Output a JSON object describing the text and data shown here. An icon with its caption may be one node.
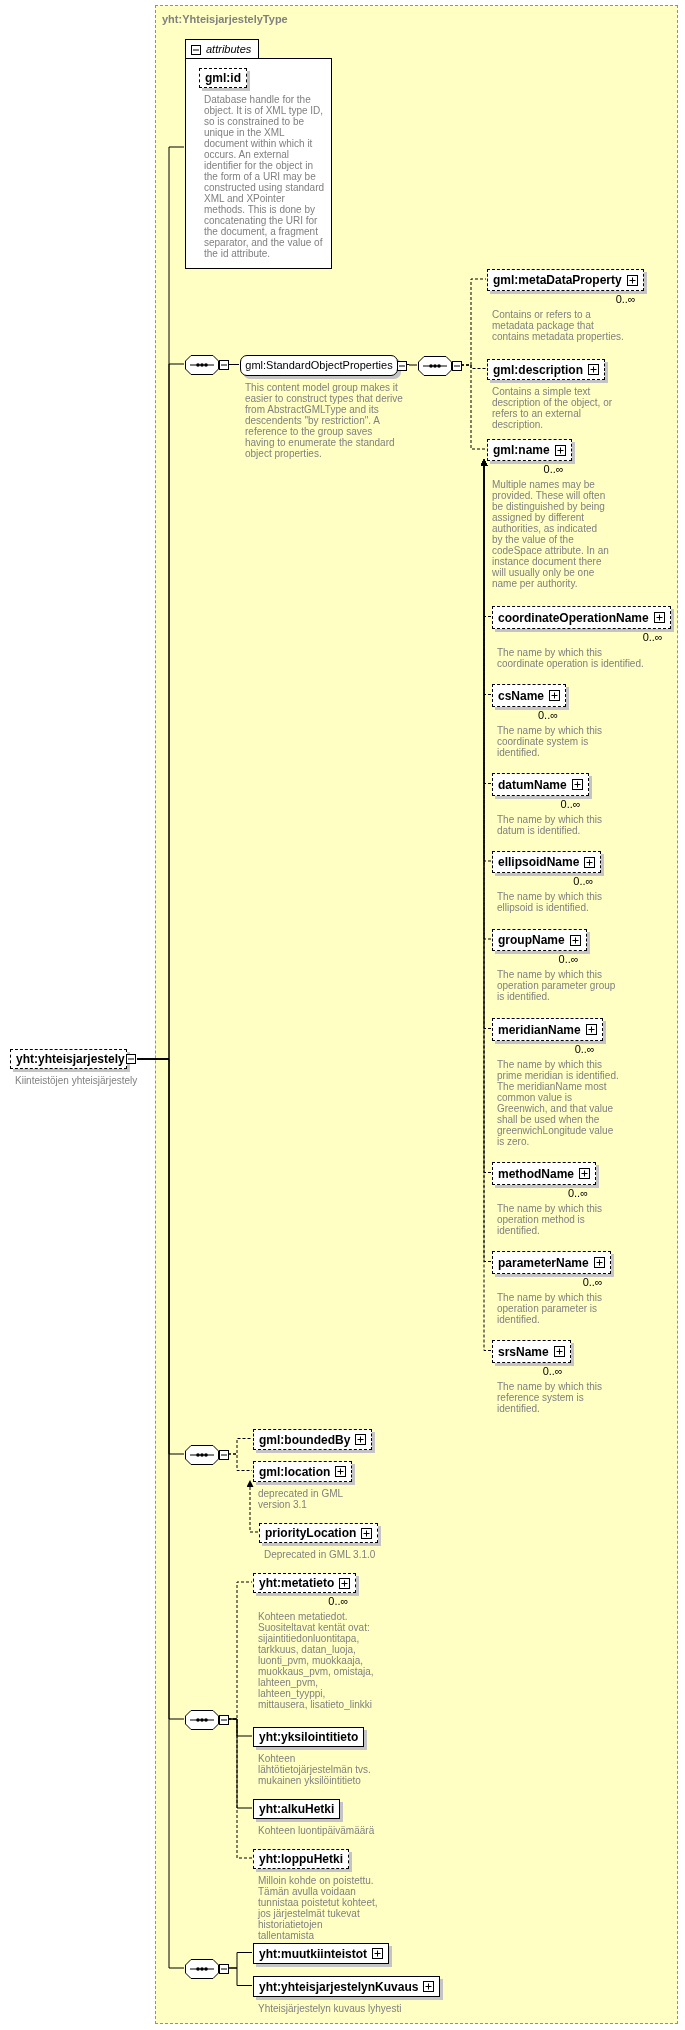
{
  "diagram": {
    "nodes": [
      {
        "text": [
          "yht:YhteisjarjestelyType"
        ]
      },
      {
        "text": [
          "yht:yhteisjarjestely",
          "Kiinteistöjen yhteisjärjestely"
        ]
      },
      {
        "text": [
          "attributes"
        ],
        "in": 0
      },
      {
        "text": [
          "gml:id",
          "Database handle for the object. It is of XML type ID, so is constrained to be unique in the XML document within which it occurs. An external identifier for the object in the form of a URI may be constructed using standard XML and XPointer methods. This is done by concatenating the URI for the document, a fragment separator, and the value of the id attribute."
        ],
        "in": 2
      },
      {
        "text": [],
        "shape": "octagon",
        "in": 0
      },
      {
        "text": [
          "gml:StandardObjectProperties",
          "This content model group makes it easier to construct types that derive from AbstractGMLType and its descendents \"by restriction\". A reference to the group saves having to enumerate the standard object properties."
        ],
        "in": 0
      },
      {
        "text": [],
        "shape": "octagon",
        "in": 0
      },
      {
        "text": [
          "gml:metaDataProperty",
          "Contains or refers to a metadata package that contains metadata properties."
        ],
        "beside": [
          "0..∞"
        ],
        "in": 0
      },
      {
        "text": [
          "gml:description",
          "Contains a simple text description of the object, or refers to an external description."
        ],
        "in": 0
      },
      {
        "text": [
          "gml:name",
          "Multiple names may be provided. These will often be distinguished by being assigned by different authorities, as indicated by the value of the codeSpace attribute. In an instance document there will usually only be one name per authority."
        ],
        "beside": [
          "0..∞"
        ],
        "in": 0
      },
      {
        "text": [
          "coordinateOperationName",
          "The name by which this coordinate operation is identified."
        ],
        "beside": [
          "0..∞"
        ],
        "in": 0
      },
      {
        "text": [
          "csName",
          "The name by which this coordinate system is identified."
        ],
        "beside": [
          "0..∞"
        ],
        "in": 0
      },
      {
        "text": [
          "datumName",
          "The name by which this datum is identified."
        ],
        "beside": [
          "0..∞"
        ],
        "in": 0
      },
      {
        "text": [
          "ellipsoidName",
          "The name by which this ellipsoid is identified."
        ],
        "beside": [
          "0..∞"
        ],
        "in": 0
      },
      {
        "text": [
          "groupName",
          "The name by which this operation parameter group is identified."
        ],
        "beside": [
          "0..∞"
        ],
        "in": 0
      },
      {
        "text": [
          "meridianName",
          "The name by which this prime meridian is identified. The meridianName most common value is Greenwich, and that value shall be used when the greenwichLongitude value is zero."
        ],
        "beside": [
          "0..∞"
        ],
        "in": 0
      },
      {
        "text": [
          "methodName",
          "The name by which this operation method is identified."
        ],
        "beside": [
          "0..∞"
        ],
        "in": 0
      },
      {
        "text": [
          "parameterName",
          "The name by which this operation parameter is identified."
        ],
        "beside": [
          "0..∞"
        ],
        "in": 0
      },
      {
        "text": [
          "srsName",
          "The name by which this reference system is identified."
        ],
        "beside": [
          "0..∞"
        ],
        "in": 0
      },
      {
        "text": [],
        "shape": "octagon",
        "in": 0
      },
      {
        "text": [
          "gml:boundedBy"
        ],
        "in": 0
      },
      {
        "text": [
          "gml:location",
          "deprecated in GML version 3.1"
        ],
        "in": 0
      },
      {
        "text": [
          "priorityLocation",
          "Deprecated in GML 3.1.0"
        ],
        "in": 0
      },
      {
        "text": [],
        "shape": "octagon",
        "in": 0
      },
      {
        "text": [
          "yht:metatieto",
          "Kohteen metatiedot. Suositeltavat kentät ovat: sijaintitiedonluontitapa, tarkkuus, datan_luoja, luonti_pvm, muokkaaja, muokkaus_pvm, omistaja, lahteen_pvm, lahteen_tyyppi, mittausera, lisatieto_linkki"
        ],
        "beside": [
          "0..∞"
        ],
        "in": 0
      },
      {
        "text": [
          "yht:yksilointitieto",
          "Kohteen lähtötietojärjestelmän tvs. mukainen yksilöintitieto"
        ],
        "in": 0
      },
      {
        "text": [
          "yht:alkuHetki",
          "Kohteen luontipäivämäärä"
        ],
        "in": 0
      },
      {
        "text": [
          "yht:loppuHetki",
          "Milloin kohde on poistettu. Tämän avulla voidaan tunnistaa poistetut kohteet, jos järjestelmät tukevat historiatietojen tallentamista"
        ],
        "in": 0
      },
      {
        "text": [],
        "shape": "octagon",
        "in": 0
      },
      {
        "text": [
          "yht:muutkiinteistot"
        ],
        "in": 0
      },
      {
        "text": [
          "yht:yhteisjarjestelynKuvaus",
          "Yhteisjärjestelyn kuvaus lyhyesti"
        ],
        "in": 0
      }
    ],
    "edges": [
      {
        "from": 1,
        "to": 2,
        "arrow": "none"
      },
      {
        "from": 1,
        "to": 4,
        "arrow": "none"
      },
      {
        "from": 1,
        "to": 19,
        "arrow": "none"
      },
      {
        "from": 1,
        "to": 23,
        "arrow": "none"
      },
      {
        "from": 1,
        "to": 28,
        "arrow": "none"
      },
      {
        "from": 4,
        "to": 5,
        "arrow": "none"
      },
      {
        "from": 5,
        "to": 6,
        "arrow": "none"
      },
      {
        "from": 6,
        "to": 7,
        "arrow": "none",
        "style": "dashed"
      },
      {
        "from": 6,
        "to": 8,
        "arrow": "none",
        "style": "dashed"
      },
      {
        "from": 6,
        "to": 9,
        "arrow": "none",
        "style": "dashed"
      },
      {
        "from": 10,
        "to": 9,
        "arrow": "to",
        "style": "dashed"
      },
      {
        "from": 11,
        "to": 9,
        "arrow": "to",
        "style": "dashed"
      },
      {
        "from": 12,
        "to": 9,
        "arrow": "to",
        "style": "dashed"
      },
      {
        "from": 13,
        "to": 9,
        "arrow": "to",
        "style": "dashed"
      },
      {
        "from": 14,
        "to": 9,
        "arrow": "to",
        "style": "dashed"
      },
      {
        "from": 15,
        "to": 9,
        "arrow": "to",
        "style": "dashed"
      },
      {
        "from": 16,
        "to": 9,
        "arrow": "to",
        "style": "dashed"
      },
      {
        "from": 17,
        "to": 9,
        "arrow": "to",
        "style": "dashed"
      },
      {
        "from": 18,
        "to": 9,
        "arrow": "to",
        "style": "dashed"
      },
      {
        "from": 19,
        "to": 20,
        "arrow": "none",
        "style": "dashed"
      },
      {
        "from": 19,
        "to": 21,
        "arrow": "none",
        "style": "dashed"
      },
      {
        "from": 22,
        "to": 21,
        "arrow": "to",
        "style": "dashed"
      },
      {
        "from": 23,
        "to": 24,
        "arrow": "none",
        "style": "dashed"
      },
      {
        "from": 23,
        "to": 25,
        "arrow": "none"
      },
      {
        "from": 23,
        "to": 26,
        "arrow": "none"
      },
      {
        "from": 23,
        "to": 27,
        "arrow": "none",
        "style": "dashed"
      },
      {
        "from": 28,
        "to": 29,
        "arrow": "none"
      },
      {
        "from": 28,
        "to": 30,
        "arrow": "none"
      }
    ]
  }
}
